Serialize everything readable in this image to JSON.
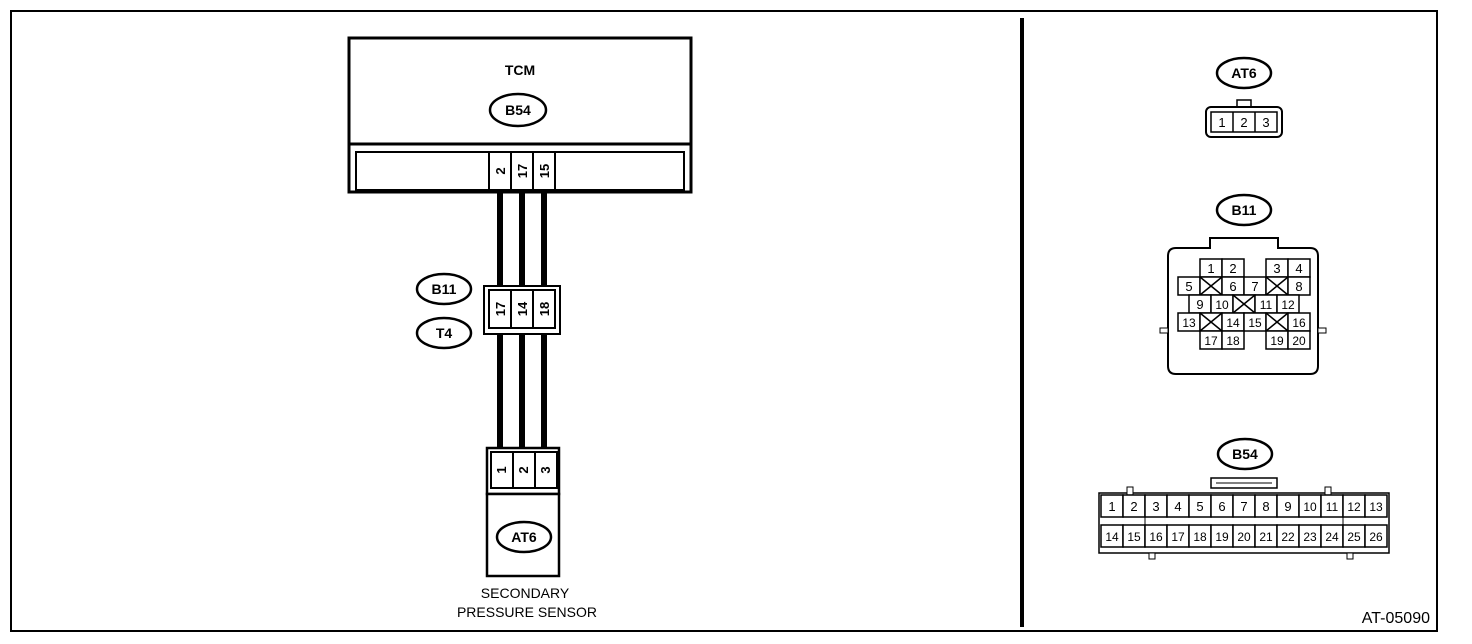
{
  "tcm": {
    "label": "TCM",
    "connector": "B54",
    "pins": [
      "2",
      "17",
      "15"
    ]
  },
  "joint": {
    "connector_top": "B11",
    "connector_bottom": "T4",
    "pins": [
      "17",
      "14",
      "18"
    ]
  },
  "sensor": {
    "connector": "AT6",
    "pins": [
      "1",
      "2",
      "3"
    ],
    "name_line1": "SECONDARY",
    "name_line2": "PRESSURE SENSOR"
  },
  "face_at6": {
    "label": "AT6",
    "pins": [
      "1",
      "2",
      "3"
    ]
  },
  "face_b11": {
    "label": "B11",
    "row1": [
      "1",
      "2",
      "3",
      "4"
    ],
    "row2": [
      "5",
      "6",
      "7",
      "8"
    ],
    "row3": [
      "9",
      "10",
      "11",
      "12"
    ],
    "row4": [
      "13",
      "14",
      "15",
      "16"
    ],
    "row5": [
      "17",
      "18",
      "19",
      "20"
    ]
  },
  "face_b54": {
    "label": "B54",
    "top_row": [
      "1",
      "2",
      "3",
      "4",
      "5",
      "6",
      "7",
      "8",
      "9",
      "10",
      "11",
      "12",
      "13"
    ],
    "bottom_row": [
      "14",
      "15",
      "16",
      "17",
      "18",
      "19",
      "20",
      "21",
      "22",
      "23",
      "24",
      "25",
      "26"
    ]
  },
  "figure_code": "AT-05090"
}
